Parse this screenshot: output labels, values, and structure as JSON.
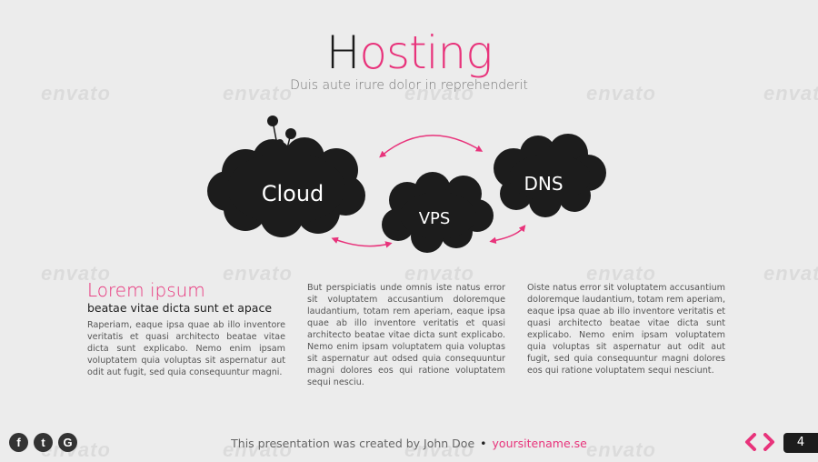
{
  "slide": {
    "title_first": "H",
    "title_rest": "osting",
    "subtitle": "Duis aute irure dolor in reprehenderit",
    "clouds": {
      "cloud": "Cloud",
      "vps": "VPS",
      "dns": "DNS"
    },
    "columns": {
      "col1_title": "Lorem ipsum",
      "col1_subtitle": "beatae vitae dicta sunt et apace",
      "col1_text": "Raperiam, eaque ipsa quae ab illo inventore veritatis et quasi architecto beatae vitae dicta sunt explicabo. Nemo enim ipsam voluptatem quia voluptas sit aspernatur aut odit aut fugit, sed quia consequuntur magni.",
      "col2_text": "But perspiciatis unde omnis iste natus error sit voluptatem accusantium doloremque laudantium, totam rem aperiam, eaque ipsa quae ab illo inventore veritatis et quasi architecto beatae vitae dicta sunt explicabo. Nemo enim ipsam voluptatem quia voluptas sit aspernatur aut odsed quia consequuntur magni dolores eos qui ratione voluptatem sequi nesciu.",
      "col3_text": "Oiste natus error sit voluptatem accusantium doloremque laudantium, totam rem aperiam, eaque ipsa quae ab illo inventore veritatis et quasi architecto beatae vitae dicta sunt explicabo. Nemo enim ipsam voluptatem quia voluptas sit aspernatur aut odit aut fugit, sed quia consequuntur magni dolores eos qui ratione voluptatem sequi nesciunt."
    },
    "footer": {
      "credit": "This presentation was created by John Doe",
      "separator": "•",
      "site": "yoursitename.se"
    },
    "social": [
      "f",
      "t",
      "G"
    ],
    "page_number": "4",
    "watermark_text": "envato",
    "colors": {
      "accent": "#e8337b",
      "cloud": "#1c1c1c",
      "background": "#ececec"
    }
  }
}
